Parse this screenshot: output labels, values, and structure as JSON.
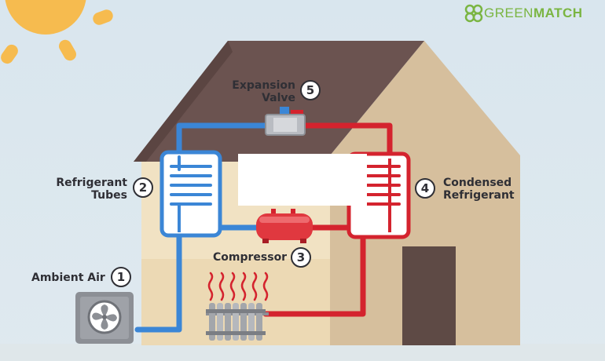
{
  "brand": {
    "text_light": "GREEN",
    "text_bold": "MATCH",
    "icon": "clover-icon"
  },
  "steps": [
    {
      "number": "1",
      "label": "Ambient Air"
    },
    {
      "number": "2",
      "label_line1": "Refrigerant",
      "label_line2": "Tubes"
    },
    {
      "number": "3",
      "label": "Compressor"
    },
    {
      "number": "4",
      "label_line1": "Condensed",
      "label_line2": "Refrigerant"
    },
    {
      "number": "5",
      "label_line1": "Expansion",
      "label_line2": "Valve"
    }
  ],
  "colors": {
    "sky": "#d9e6ee",
    "sun": "#f6bb4f",
    "roof": "#6b5350",
    "wall_front": "#f1e2c3",
    "wall_side": "#d6bf9d",
    "door": "#5e4a45",
    "cold_pipe": "#3b86d6",
    "hot_pipe": "#d4232e",
    "unit": "#8c8f95",
    "text": "#2f2f35",
    "brand": "#7ab542"
  }
}
